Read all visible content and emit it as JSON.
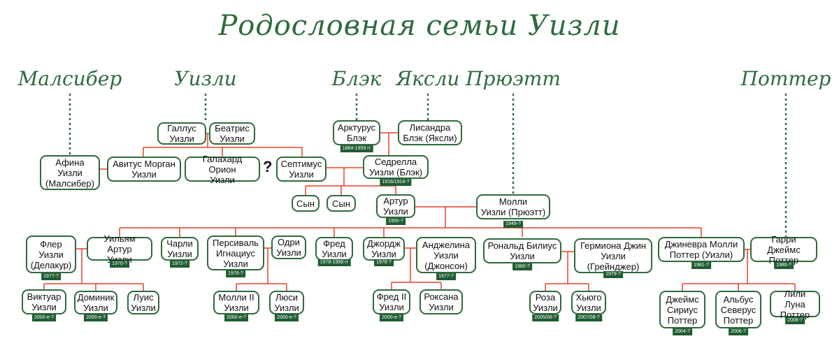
{
  "title": "Родословная семьи Уизли",
  "families": {
    "malsiber": "Малсибер",
    "weasley": "Уизли",
    "black": "Блэк",
    "yaksli": "Яксли",
    "pruett": "Прюэтт",
    "potter": "Поттер"
  },
  "question_mark": "?",
  "people": {
    "gallus": {
      "name": "Галлус\nУизли"
    },
    "beatris": {
      "name": "Беатрис\nУизли"
    },
    "arkturus": {
      "name": "Арктурус\nБлэк",
      "date": "1884-1959 гг"
    },
    "lisandra": {
      "name": "Лисандра\nБлэк (Яксли)"
    },
    "afina": {
      "name": "Афина\nУизли\n(Малсибер)"
    },
    "avitus": {
      "name": "Авитус Морган\nУизли"
    },
    "galahard": {
      "name": "Галахард Орион\nУизли"
    },
    "septimus": {
      "name": "Септимус\nУизли"
    },
    "sedrella": {
      "name": "Седрелла\nУизли (Блэк)",
      "date": "1916/1918-?"
    },
    "son1": {
      "name": "Сын"
    },
    "son2": {
      "name": "Сын"
    },
    "artur": {
      "name": "Артур\nУизли",
      "date": "1950-?"
    },
    "molli": {
      "name": "Молли\nУизли (Прюэтт)",
      "date": "1949-?"
    },
    "fler": {
      "name": "Флер\nУизли\n(Делакур)",
      "date": "1977-?"
    },
    "william": {
      "name": "Уильям Артур\nУизли",
      "date": "1970-?"
    },
    "charli": {
      "name": "Чарли\nУизли",
      "date": "1972-?"
    },
    "persival": {
      "name": "Персиваль\nИгнациус\nУизли",
      "date": "1976-?"
    },
    "odri": {
      "name": "Одри\nУизли"
    },
    "fred": {
      "name": "Фред\nУизли",
      "date": "1978-1998 гг"
    },
    "george": {
      "name": "Джордж\nУизли",
      "date": "1978-?"
    },
    "angelina": {
      "name": "Анджелина\nУизли\n(Джонсон)",
      "date": "1977-?"
    },
    "ron": {
      "name": "Рональд Билиус\nУизли",
      "date": "1980-?"
    },
    "germiona": {
      "name": "Гермиона Джин\nУизли\n(Грейнджер)",
      "date": "1979-?"
    },
    "jinevra": {
      "name": "Джиневра Молли\nПоттер (Уизли)",
      "date": "1981-?"
    },
    "garri": {
      "name": "Гарри Джеймс\nПоттер",
      "date": "1980-?"
    },
    "viktuar": {
      "name": "Виктуар\nУизли",
      "date": "2000-е-?"
    },
    "dominik": {
      "name": "Доминик\nУизли",
      "date": "2000-е-?"
    },
    "luis": {
      "name": "Луис\nУизли"
    },
    "molli2": {
      "name": "Молли II\nУизли",
      "date": "2000-е-?"
    },
    "lusi": {
      "name": "Люси\nУизли",
      "date": "2000-е-?"
    },
    "fred2": {
      "name": "Фред II\nУизли",
      "date": "2000-е-?"
    },
    "roksana": {
      "name": "Роксана\nУизли"
    },
    "roza": {
      "name": "Роза\nУизли",
      "date": "2005/06-?"
    },
    "hugo": {
      "name": "Хьюго\nУизли",
      "date": "2007/08-?"
    },
    "james": {
      "name": "Джеймс\nСириус\nПоттер",
      "date": "2004-?"
    },
    "albus": {
      "name": "Альбус\nСеверус\nПоттер",
      "date": "2006-?"
    },
    "lili": {
      "name": "Лили Луна\nПоттер",
      "date": "2008-?"
    }
  },
  "colors": {
    "title_green": "#2e6b3e",
    "box_border": "#2f6a3d",
    "date_badge": "#1f5c32",
    "connector_red": "#e8402a",
    "dotted_green": "#2e6b3e"
  }
}
